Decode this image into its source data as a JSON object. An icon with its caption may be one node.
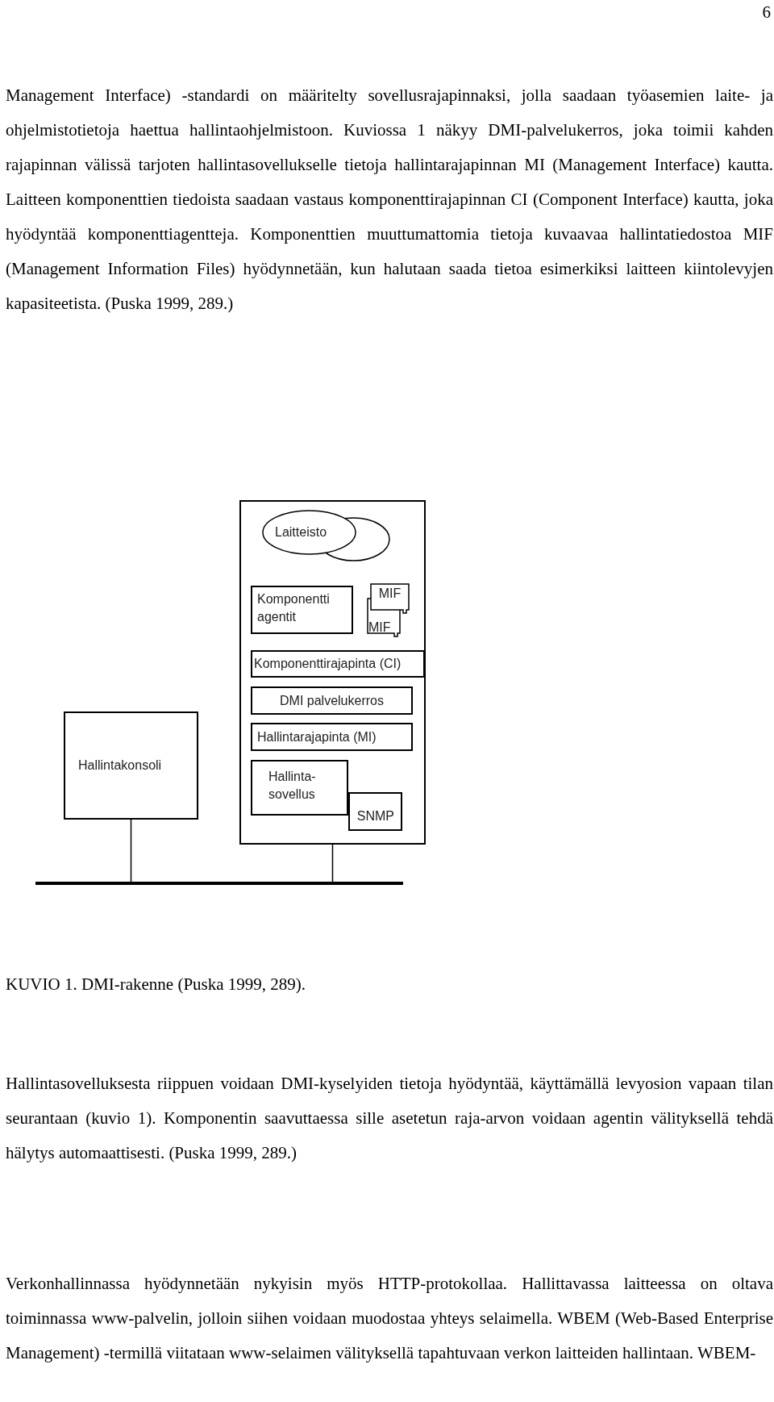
{
  "diagram": {
    "caption": "KUVIO 1. DMI-rakenne (Puska 1999, 289).",
    "nodes": [
      {
        "text": [],
        "shape": "box"
      },
      {
        "text": [
          "Laitteisto"
        ],
        "in": 0
      },
      {
        "text": [],
        "shape": "ellipse",
        "in": 0
      },
      {
        "text": [
          "Komponentti agentit"
        ],
        "in": 0
      },
      {
        "text": [
          "MIF"
        ],
        "in": 0
      },
      {
        "text": [
          "MIF"
        ],
        "in": 0
      },
      {
        "text": [
          "Komponenttirajapinta (CI)"
        ],
        "in": 0
      },
      {
        "text": [
          "DMI palvelukerros"
        ],
        "in": 0
      },
      {
        "text": [
          "Hallintarajapinta (MI)"
        ],
        "in": 0
      },
      {
        "text": [
          "Hallinta-sovellus"
        ],
        "in": 0
      },
      {
        "text": [
          "SNMP"
        ],
        "in": 0
      },
      {
        "text": [
          "Hallintakonsoli"
        ]
      },
      {
        "text": [],
        "shape": "bar"
      }
    ],
    "edges": [
      {
        "from": 11,
        "to": 12,
        "arrow": "none"
      },
      {
        "from": 0,
        "to": 12,
        "arrow": "none"
      }
    ],
    "labels": [
      "6",
      "Management Interface) -standardi on määritelty sovellusrajapinnaksi, jolla saadaan työasemien laite- ja ohjelmistotietoja haettua hallintaohjelmistoon. Kuviossa 1 näkyy DMI-palvelukerros, joka toimii kahden rajapinnan välissä tarjoten hallintasovellukselle tietoja hallintarajapinnan MI (Management Interface) kautta. Laitteen komponenttien tiedoista saadaan vastaus komponenttirajapinnan CI (Component Interface) kautta, joka hyödyntää komponenttiagentteja. Komponenttien muuttumattomia tietoja kuvaavaa hallintatiedostoa MIF (Management Information Files) hyödynnetään, kun halutaan saada tietoa esimerkiksi laitteen kiintolevyjen kapasiteetista. (Puska 1999, 289.)",
      "Hallintasovelluksesta riippuen voidaan DMI-kyselyiden tietoja hyödyntää, käyttämällä levyosion vapaan tilan seurantaan (kuvio 1). Komponentin saavuttaessa sille asetetun raja-arvon voidaan agentin välityksellä tehdä hälytys automaattisesti. (Puska 1999, 289.)",
      "Verkonhallinnassa hyödynnetään nykyisin myös HTTP-protokollaa. Hallittavassa laitteessa on oltava toiminnassa www-palvelin, jolloin siihen voidaan muodostaa yhteys selaimella. WBEM (Web-Based Enterprise Management) -termillä viitataan www-selaimen välityksellä tapahtuvaan verkon laitteiden hallintaan. WBEM-"
    ]
  }
}
